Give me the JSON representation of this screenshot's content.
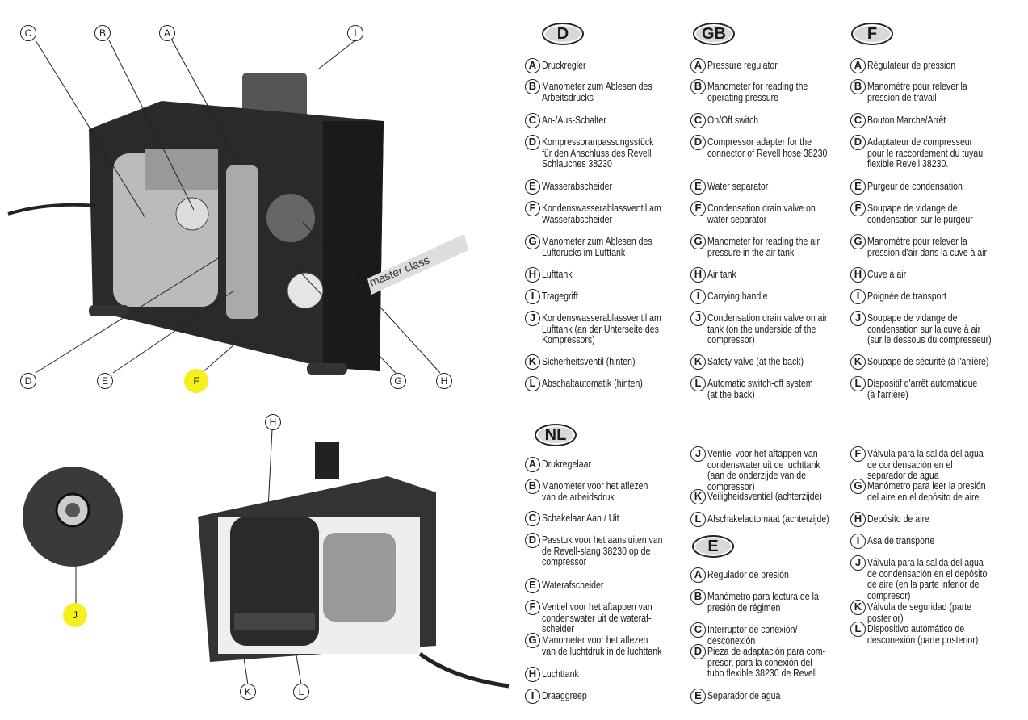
{
  "figure": {
    "brand_text": "master class",
    "callouts_top": [
      "C",
      "B",
      "A",
      "I",
      "D",
      "E",
      "F",
      "G",
      "H"
    ],
    "callouts_bottom": [
      "H",
      "K",
      "L"
    ],
    "inset_callout": "J",
    "highlight_color": "#f5ef1c"
  },
  "sections": {
    "D": {
      "badge": "D",
      "items": [
        {
          "l": "A",
          "t": "Druckregler"
        },
        {
          "l": "B",
          "t": "Manometer zum Ablesen des\nArbeitsdrucks"
        },
        {
          "l": "C",
          "t": "An-/Aus-Schalter"
        },
        {
          "l": "D",
          "t": "Kompressoranpassungsstück\nfür den Anschluss des Revell\nSchlauches 38230"
        },
        {
          "l": "E",
          "t": "Wasserabscheider"
        },
        {
          "l": "F",
          "t": "Kondenswasserablassventil am\nWasserabscheider"
        },
        {
          "l": "G",
          "t": "Manometer zum Ablesen des\nLuftdrucks im Lufttank"
        },
        {
          "l": "H",
          "t": "Lufttank"
        },
        {
          "l": "I",
          "t": "Tragegriff"
        },
        {
          "l": "J",
          "t": "Kondenswasserablassventil am\nLufttank (an der Unterseite des\nKompressors)"
        },
        {
          "l": "K",
          "t": "Sicherheitsventil (hinten)"
        },
        {
          "l": "L",
          "t": "Abschaltautomatik (hinten)"
        }
      ]
    },
    "GB": {
      "badge": "GB",
      "items": [
        {
          "l": "A",
          "t": "Pressure regulator"
        },
        {
          "l": "B",
          "t": "Manometer for reading the\noperating pressure"
        },
        {
          "l": "C",
          "t": "On/Off switch"
        },
        {
          "l": "D",
          "t": "Compressor adapter for the\nconnector of Revell hose 38230"
        },
        {
          "l": "E",
          "t": "Water separator"
        },
        {
          "l": "F",
          "t": "Condensation drain valve on\nwater separator"
        },
        {
          "l": "G",
          "t": "Manometer for reading the air\npressure in the air tank"
        },
        {
          "l": "H",
          "t": "Air tank"
        },
        {
          "l": "I",
          "t": "Carrying handle"
        },
        {
          "l": "J",
          "t": "Condensation drain valve on air\ntank (on the underside of the\ncompressor)"
        },
        {
          "l": "K",
          "t": "Safety valve (at the back)"
        },
        {
          "l": "L",
          "t": "Automatic switch-off system\n(at the back)"
        }
      ]
    },
    "F": {
      "badge": "F",
      "items": [
        {
          "l": "A",
          "t": "Régulateur de pression"
        },
        {
          "l": "B",
          "t": "Manomètre pour relever la\npression de travail"
        },
        {
          "l": "C",
          "t": "Bouton Marche/Arrêt"
        },
        {
          "l": "D",
          "t": "Adaptateur de compresseur\npour le raccordement du tuyau\nflexible Revell 38230."
        },
        {
          "l": "E",
          "t": "Purgeur de condensation"
        },
        {
          "l": "F",
          "t": "Soupape de vidange de\ncondensation sur le purgeur"
        },
        {
          "l": "G",
          "t": "Manomètre pour relever la\npression d'air dans la cuve à air"
        },
        {
          "l": "H",
          "t": "Cuve à air"
        },
        {
          "l": "I",
          "t": "Poignée de transport"
        },
        {
          "l": "J",
          "t": "Soupape de vidange de\ncondensation sur la cuve à air\n(sur le dessous du compresseur)"
        },
        {
          "l": "K",
          "t": "Soupape de sécurité (à l'arrière)"
        },
        {
          "l": "L",
          "t": "Dispositif d'arrêt automatique\n(à l'arrière)"
        }
      ]
    },
    "NL": {
      "badge": "NL",
      "items": [
        {
          "l": "A",
          "t": "Drukregelaar"
        },
        {
          "l": "B",
          "t": "Manometer voor het aflezen\nvan de arbeidsdruk"
        },
        {
          "l": "C",
          "t": "Schakelaar Aan / Uit"
        },
        {
          "l": "D",
          "t": "Passtuk voor het aansluiten van\nde Revell-slang 38230 op de\ncompressor"
        },
        {
          "l": "E",
          "t": "Waterafscheider"
        },
        {
          "l": "F",
          "t": "Ventiel voor het aftappen van\ncondenswater uit de wateraf-\nscheider"
        },
        {
          "l": "G",
          "t": "Manometer voor het aflezen\nvan de luchtdruk in de luchttank"
        },
        {
          "l": "H",
          "t": "Luchttank"
        },
        {
          "l": "I",
          "t": "Draaggreep"
        },
        {
          "l": "J",
          "t": "Ventiel voor het aftappen van\ncondenswater uit de luchttank\n(aan de onderzijde van de\ncompressor)"
        },
        {
          "l": "K",
          "t": "Veiligheidsventiel (achterzijde)"
        },
        {
          "l": "L",
          "t": "Afschakelautomaat (achterzijde)"
        }
      ]
    },
    "E": {
      "badge": "E",
      "items": [
        {
          "l": "A",
          "t": "Regulador de presión"
        },
        {
          "l": "B",
          "t": "Manómetro para lectura de la\npresión de régimen"
        },
        {
          "l": "C",
          "t": "Interruptor de conexión/\ndesconexión"
        },
        {
          "l": "D",
          "t": "Pieza de adaptación para com-\npresor, para la conexión del\ntubo flexible 38230 de Revell"
        },
        {
          "l": "E",
          "t": "Separador de agua"
        },
        {
          "l": "F",
          "t": "Válvula para la salida del agua\nde condensación en el\nseparador de agua"
        },
        {
          "l": "G",
          "t": "Manómetro para leer la presión\ndel aire en el depósito de aire"
        },
        {
          "l": "H",
          "t": "Depósito de aire"
        },
        {
          "l": "I",
          "t": "Asa de transporte"
        },
        {
          "l": "J",
          "t": "Válvula para la salida del agua\nde condensación en el depósito\nde aire (en la parte inferior del\ncompresor)"
        },
        {
          "l": "K",
          "t": "Válvula de seguridad (parte\nposterior)"
        },
        {
          "l": "L",
          "t": "Dispositivo automático de\ndesconexión (parte posterior)"
        }
      ]
    }
  }
}
